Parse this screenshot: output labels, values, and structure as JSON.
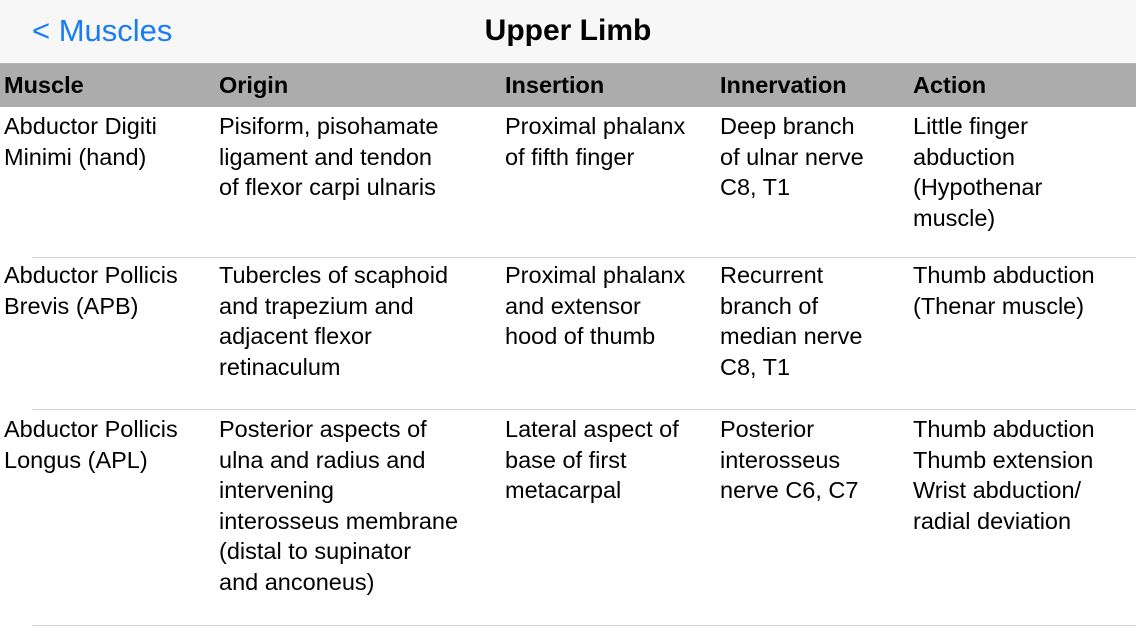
{
  "nav": {
    "back_label": "< Muscles",
    "title": "Upper Limb"
  },
  "table": {
    "headers": [
      "Muscle",
      "Origin",
      "Insertion",
      "Innervation",
      "Action"
    ],
    "rows": [
      {
        "muscle": "Abductor Digiti\nMinimi (hand)",
        "origin": "Pisiform, pisohamate\nligament and tendon\nof flexor carpi ulnaris",
        "insertion": "Proximal phalanx\nof fifth finger",
        "innervation": "Deep branch\nof ulnar nerve\nC8, T1",
        "action": "Little finger\nabduction\n(Hypothenar\nmuscle)"
      },
      {
        "muscle": "Abductor Pollicis\nBrevis (APB)",
        "origin": "Tubercles of scaphoid\nand trapezium and\nadjacent flexor\nretinaculum",
        "insertion": "Proximal phalanx\nand extensor\nhood of thumb",
        "innervation": "Recurrent\nbranch of\nmedian nerve\nC8, T1",
        "action": "Thumb abduction\n(Thenar muscle)"
      },
      {
        "muscle": "Abductor Pollicis\nLongus (APL)",
        "origin": "Posterior aspects of\nulna and radius and\nintervening\ninterosseus membrane\n(distal to supinator\nand anconeus)",
        "insertion": "Lateral aspect of\nbase of first\nmetacarpal",
        "innervation": "Posterior\ninterosseus\nnerve C6, C7",
        "action": "Thumb abduction\nThumb extension\nWrist abduction/\nradial deviation"
      }
    ]
  },
  "colors": {
    "accent": "#1a7cf5",
    "header_bg": "#acacac",
    "navbar_bg": "#f7f7f8",
    "separator": "#d4d4d6"
  }
}
